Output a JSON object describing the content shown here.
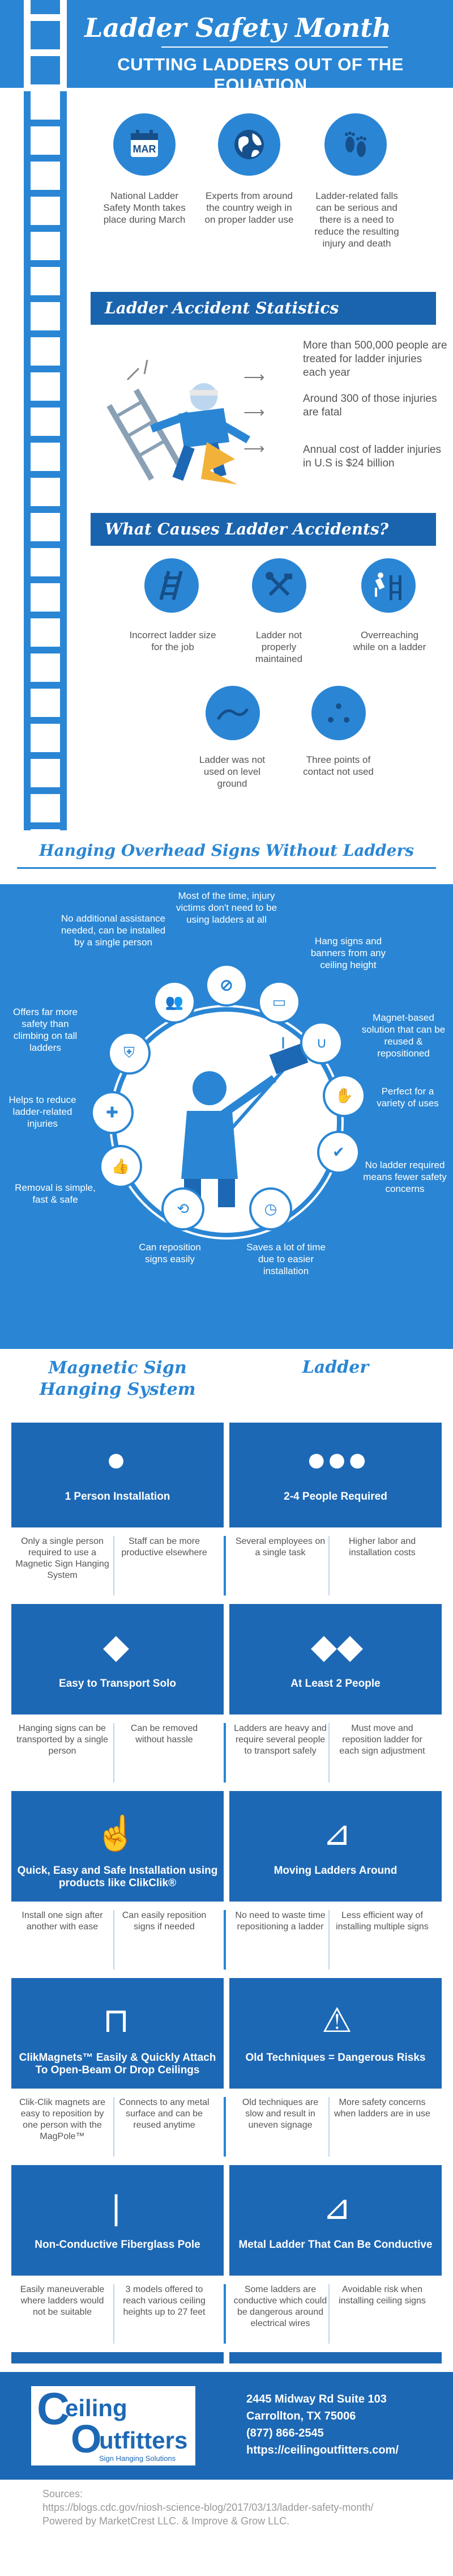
{
  "header": {
    "title": "Ladder Safety Month",
    "subtitle": "CUTTING LADDERS OUT OF THE EQUATION",
    "calendar_label": "MAR"
  },
  "intro": {
    "items": [
      {
        "text": "National Ladder Safety Month takes place during March",
        "icon": "calendar-icon"
      },
      {
        "text": "Experts from around the country weigh in on proper ladder use",
        "icon": "globe-icon"
      },
      {
        "text": "Ladder-related falls can be serious and there is a need to reduce the resulting injury and death",
        "icon": "footprints-icon"
      }
    ]
  },
  "stats": {
    "heading": "Ladder Accident Statistics",
    "items": [
      "More than 500,000 people are treated for ladder injuries each year",
      "Around 300 of those injuries are fatal",
      "Annual cost of ladder injuries in U.S is $24 billion"
    ]
  },
  "causes": {
    "heading": "What Causes Ladder Accidents?",
    "items": [
      {
        "text": "Incorrect ladder size for the job",
        "icon": "ladder-icon"
      },
      {
        "text": "Ladder not properly maintained",
        "icon": "tools-icon"
      },
      {
        "text": "Overreaching while on a ladder",
        "icon": "falling-person-icon"
      },
      {
        "text": "Ladder was not used on level ground",
        "icon": "uneven-ground-icon"
      },
      {
        "text": "Three points of contact not used",
        "icon": "three-points-icon"
      }
    ]
  },
  "overhead": {
    "heading": "Hanging Overhead Signs Without Ladders",
    "items": [
      "No additional assistance needed, can be installed by a single person",
      "Most of the time, injury victims don't need to be using ladders at all",
      "Hang signs and banners from any ceiling height",
      "Magnet-based solution that can be reused & repositioned",
      "Perfect for a variety of uses",
      "No ladder required means fewer safety concerns",
      "Saves a lot of time due to easier installation",
      "Can reposition signs easily",
      "Removal is simple, fast & safe",
      "Helps to reduce ladder-related injuries",
      "Offers far more safety than climbing on tall ladders"
    ]
  },
  "comparison": {
    "left_heading": "Magnetic Sign Hanging System",
    "right_heading": "Ladder",
    "rows": [
      {
        "left_title": "1 Person Installation",
        "right_title": "2-4 People Required",
        "left_points": [
          "Only a single person required to use a Magnetic Sign Hanging System",
          "Staff can be more productive elsewhere"
        ],
        "right_points": [
          "Several employees on a single task",
          "Higher labor and installation costs"
        ]
      },
      {
        "left_title": "Easy to Transport Solo",
        "right_title": "At Least 2 People",
        "left_points": [
          "Hanging signs can be transported by a single person",
          "Can be removed without hassle"
        ],
        "right_points": [
          "Ladders are heavy and require several people to transport safely",
          "Must move and reposition ladder for each sign adjustment"
        ]
      },
      {
        "left_title": "Quick, Easy and Safe Installation using products like ClikClik®",
        "right_title": "Moving Ladders Around",
        "left_points": [
          "Install one sign after another with ease",
          "Can easily reposition signs if needed"
        ],
        "right_points": [
          "No need to waste time repositioning a ladder",
          "Less efficient way of installing multiple signs"
        ]
      },
      {
        "left_title": "ClikMagnets™ Easily & Quickly Attach To Open-Beam Or Drop Ceilings",
        "right_title": "Old Techniques = Dangerous Risks",
        "left_points": [
          "Clik-Clik magnets are easy to reposition by one person with the MagPole™",
          "Connects to any metal surface and can be reused anytime"
        ],
        "right_points": [
          "Old techniques are slow and result in uneven signage",
          "More safety concerns when ladders are in use"
        ]
      },
      {
        "left_title": "Non-Conductive Fiberglass Pole",
        "right_title": "Metal Ladder That Can Be Conductive",
        "left_points": [
          "Easily maneuverable where ladders would not be suitable",
          "3 models offered to reach various ceiling heights up to 27 feet"
        ],
        "right_points": [
          "Some ladders are conductive which could be dangerous around electrical wires",
          "Avoidable risk when installing ceiling signs"
        ]
      }
    ]
  },
  "footer": {
    "logo_top": "eiling",
    "logo_bottom": "utfitters",
    "logo_letter_c": "C",
    "logo_letter_o": "O",
    "logo_tag": "Sign Hanging Solutions",
    "address1": "2445 Midway Rd Suite 103",
    "address2": "Carrollton, TX 75006",
    "phone": "(877) 866-2545",
    "website": "https://ceilingoutfitters.com/",
    "sources_label": "Sources:",
    "source1": "https://blogs.cdc.gov/niosh-science-blog/2017/03/13/ladder-safety-month/",
    "source2": "Powered by MarketCrest LLC. & Improve & Grow LLC."
  },
  "colors": {
    "primary_blue": "#2a86d4",
    "dark_blue": "#1d68b4",
    "ribbon_blue": "#1a63ad",
    "text_gray": "#555555"
  }
}
